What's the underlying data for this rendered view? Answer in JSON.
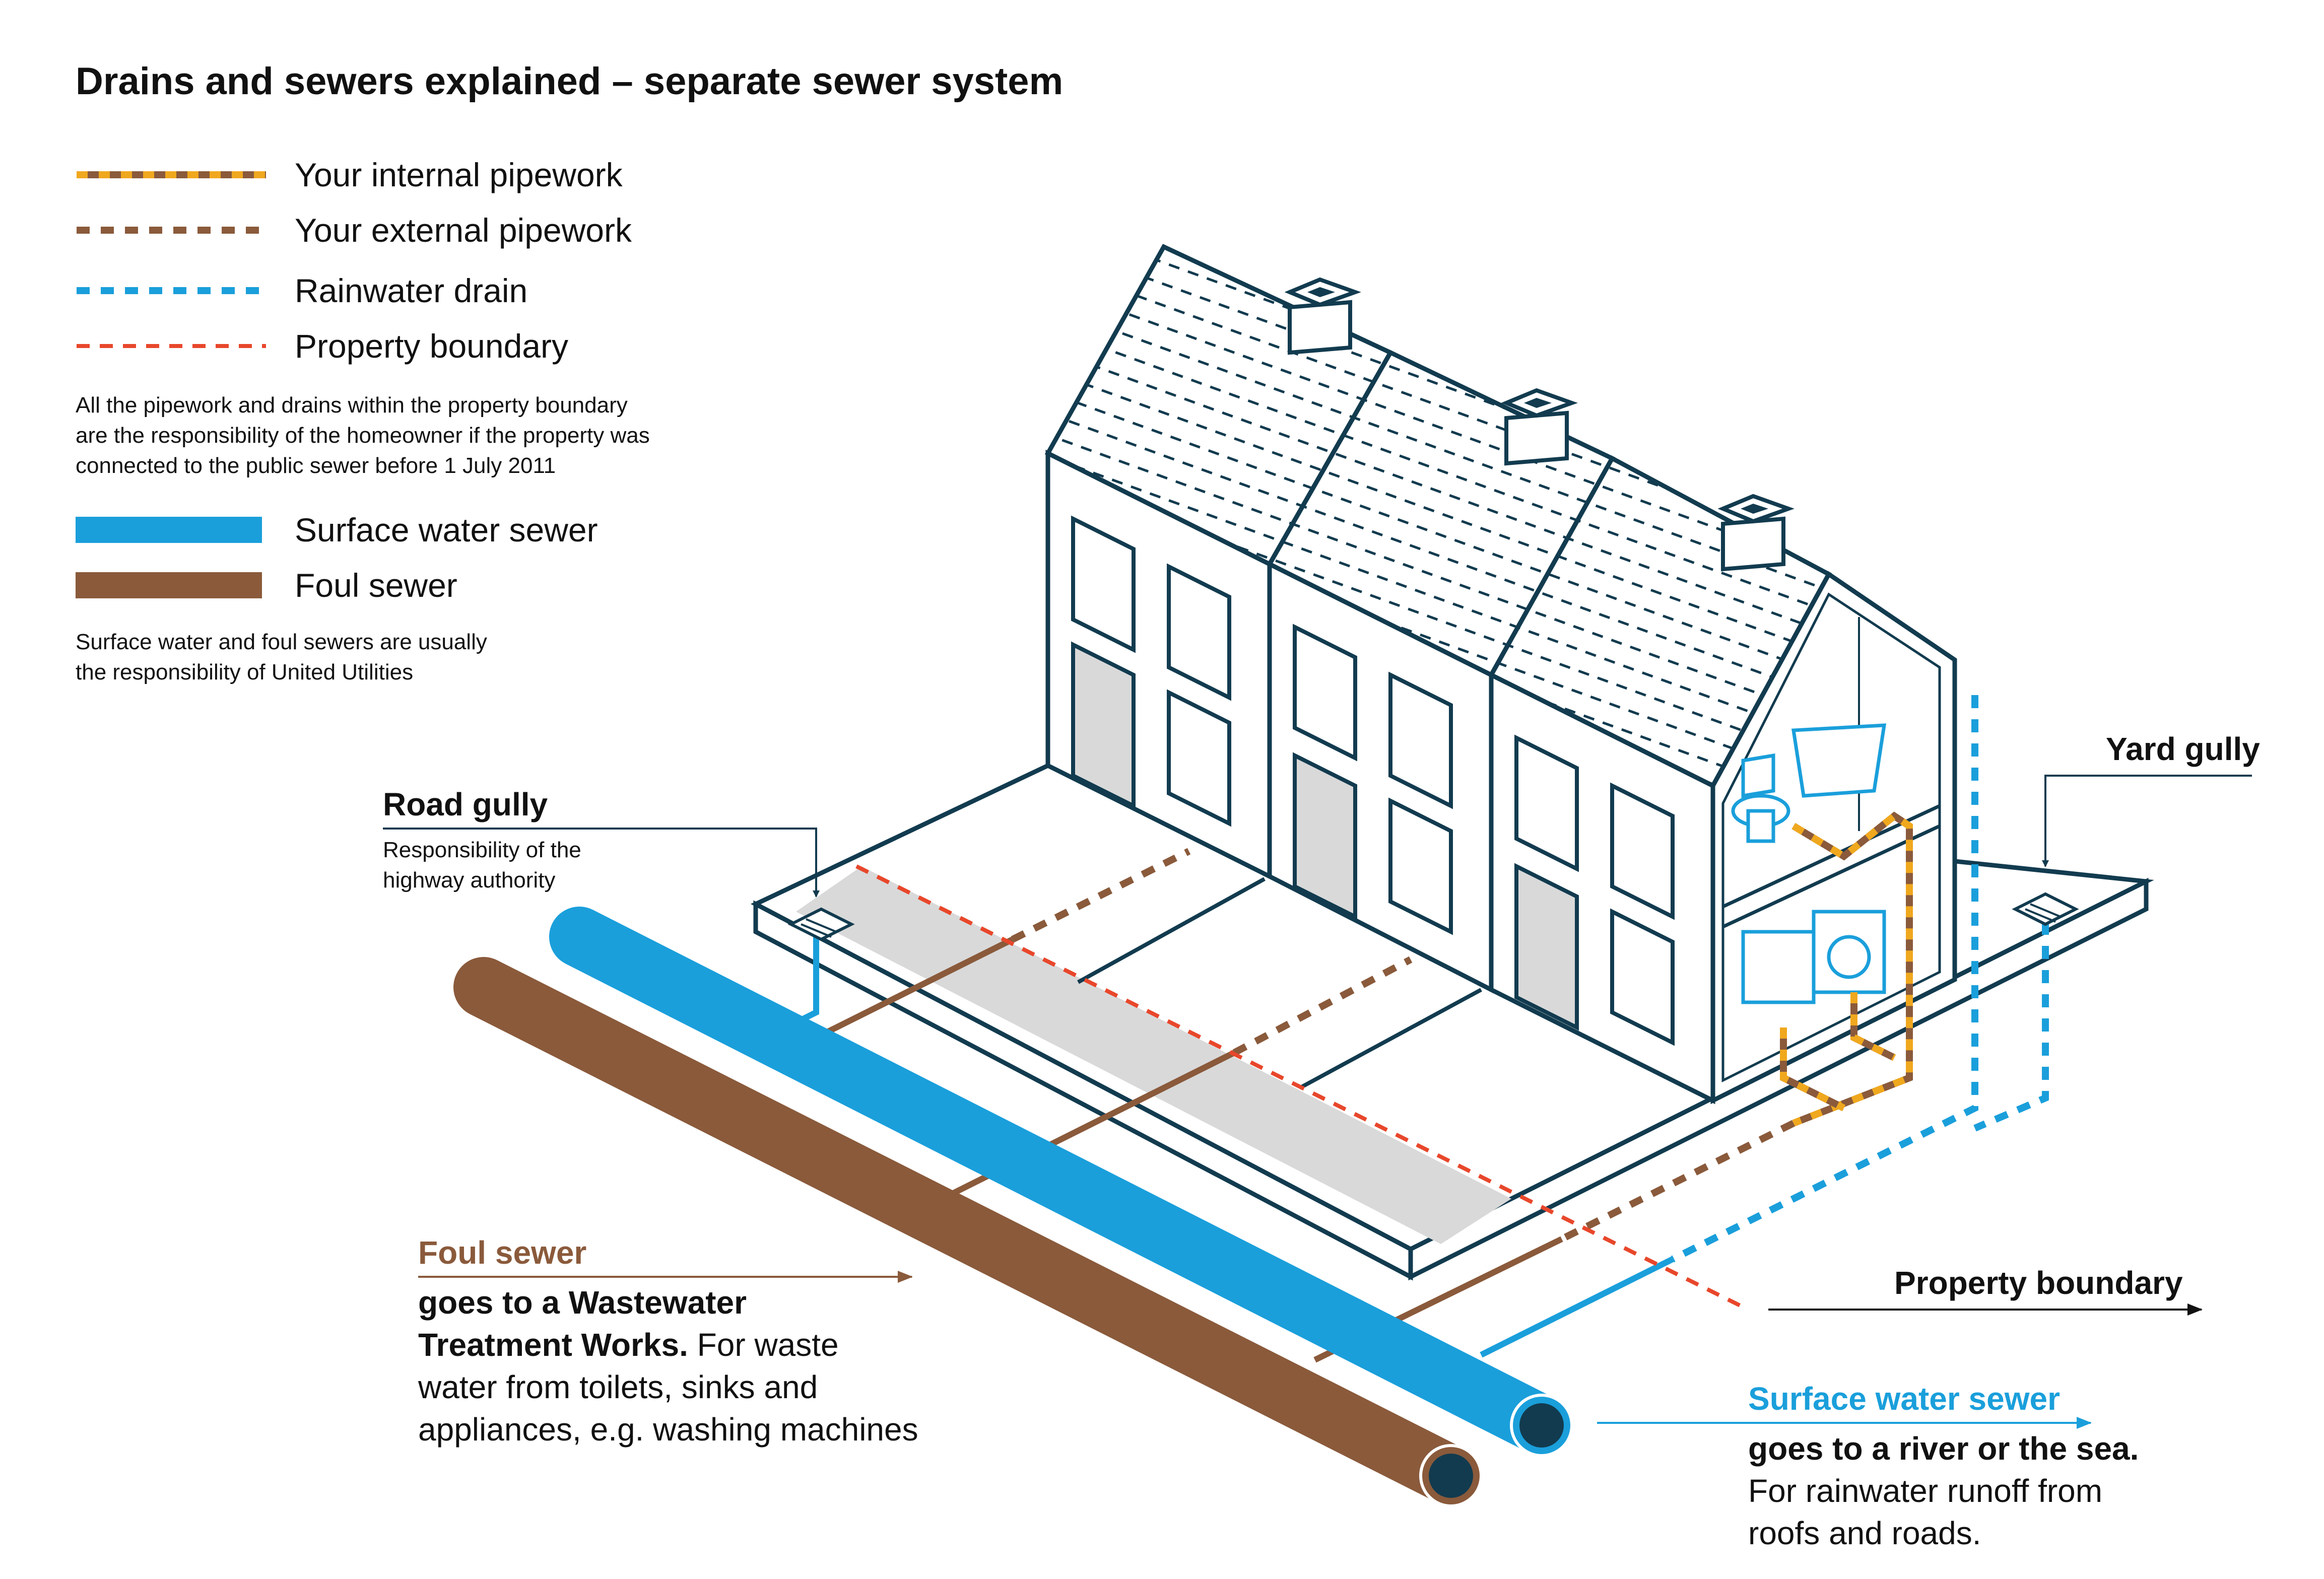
{
  "title": "Drains and sewers explained – separate sewer system",
  "legend": {
    "internal": "Your internal pipework",
    "external": "Your external pipework",
    "rainwater": "Rainwater drain",
    "boundary": "Property boundary"
  },
  "note_boundary": [
    "All the pipework and drains within the property boundary",
    "are the responsibility of the homeowner if the property was",
    "connected to the public sewer before 1 July 2011"
  ],
  "legend2": {
    "surface": "Surface water sewer",
    "foul": "Foul sewer"
  },
  "note_sewers": [
    "Surface water and foul sewers are usually",
    "the responsibility of United Utilities"
  ],
  "road_gully": {
    "title": "Road gully",
    "sub": [
      "Responsibility of the",
      "highway authority"
    ]
  },
  "yard_gully": {
    "title": "Yard gully"
  },
  "property_boundary_callout": {
    "title": "Property boundary"
  },
  "foul_sewer_callout": {
    "title": "Foul sewer",
    "bold": [
      "goes to a Wastewater",
      "Treatment Works."
    ],
    "text_after_bold": " For waste",
    "text": [
      "water from toilets, sinks and",
      "appliances, e.g. washing machines"
    ]
  },
  "surface_sewer_callout": {
    "title": "Surface water sewer",
    "bold": "goes to a river or the sea.",
    "text": [
      "For rainwater runoff from",
      "roofs and roads."
    ]
  },
  "colors": {
    "navy": "#123b4f",
    "blue": "#1a9fdb",
    "brown": "#8a5a3b",
    "orange": "#f0a81e",
    "red": "#e8472b",
    "grey": "#d9d9d9"
  }
}
